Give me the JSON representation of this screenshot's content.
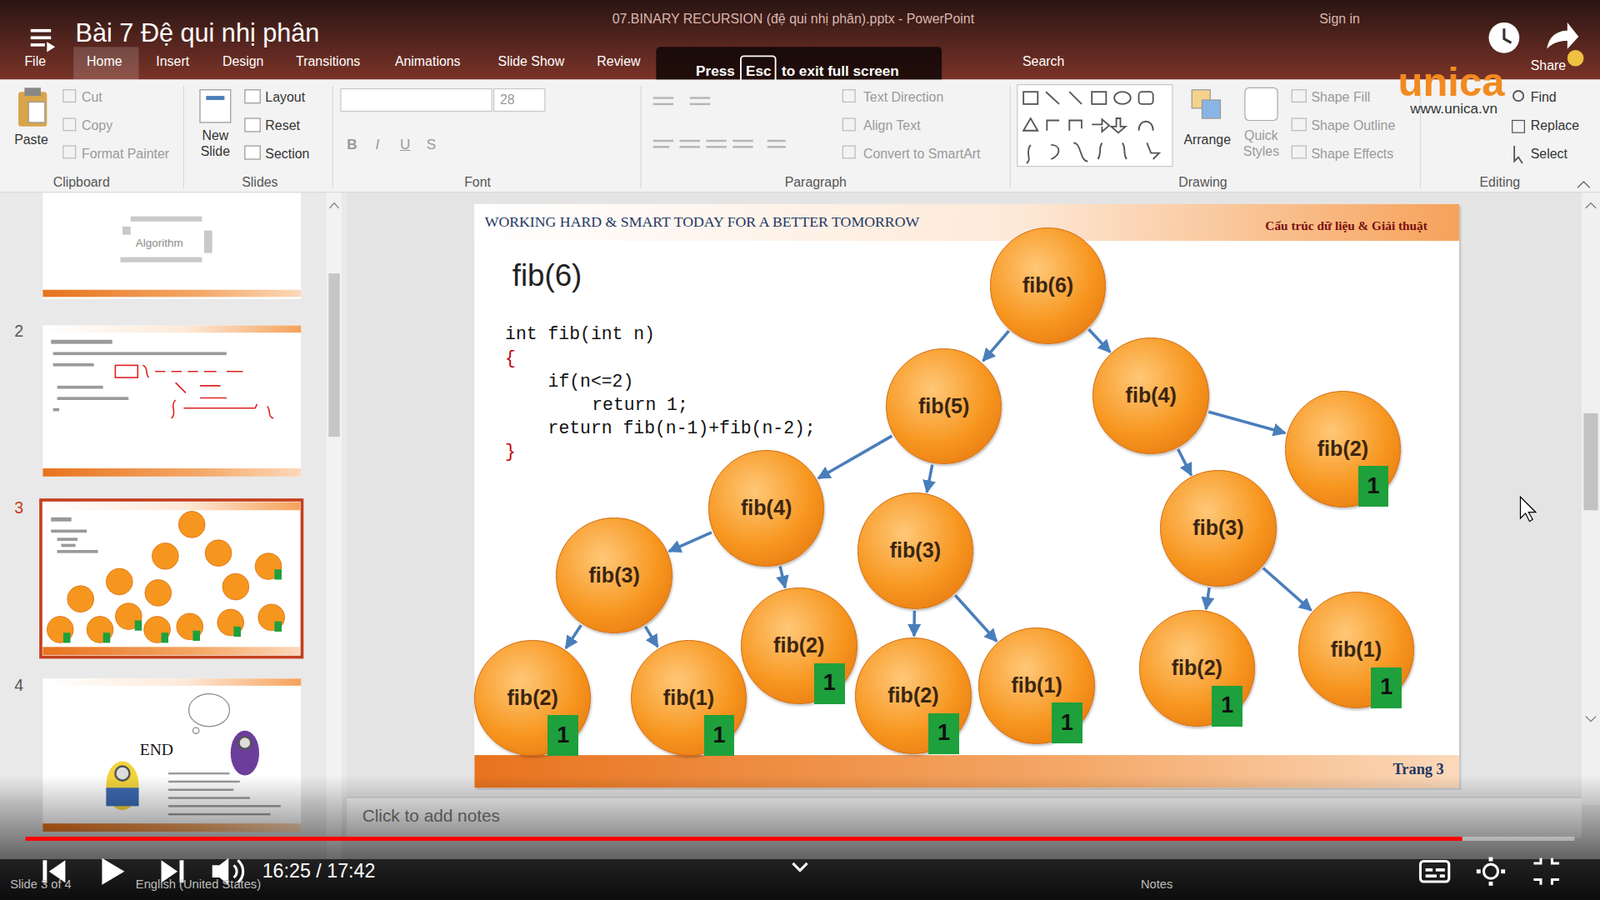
{
  "diagram": {
    "title": "fib(6)",
    "nodes": [
      {
        "text": [
          "fib(6)"
        ]
      },
      {
        "text": [
          "fib(5)"
        ]
      },
      {
        "text": [
          "fib(4)"
        ]
      },
      {
        "text": [
          "fib(2)"
        ]
      },
      {
        "text": [
          "fib(4)"
        ]
      },
      {
        "text": [
          "fib(3)"
        ]
      },
      {
        "text": [
          "fib(3)"
        ]
      },
      {
        "text": [
          "fib(3)"
        ]
      },
      {
        "text": [
          "fib(2)"
        ]
      },
      {
        "text": [
          "fib(2)"
        ]
      },
      {
        "text": [
          "fib(1)"
        ]
      },
      {
        "text": [
          "fib(2)"
        ]
      },
      {
        "text": [
          "fib(1)"
        ]
      },
      {
        "text": [
          "fib(2)"
        ]
      },
      {
        "text": [
          "fib(1)"
        ]
      },
      {
        "text": [
          "1"
        ],
        "in": 3
      },
      {
        "text": [
          "1"
        ],
        "in": 8
      },
      {
        "text": [
          "1"
        ],
        "in": 9
      },
      {
        "text": [
          "1"
        ],
        "in": 10
      },
      {
        "text": [
          "1"
        ],
        "in": 11
      },
      {
        "text": [
          "1"
        ],
        "in": 12
      },
      {
        "text": [
          "1"
        ],
        "in": 13
      },
      {
        "text": [
          "1"
        ],
        "in": 14
      }
    ],
    "edges": [
      {
        "from": 0,
        "to": 1,
        "arrow": "to"
      },
      {
        "from": 0,
        "to": 2,
        "arrow": "to"
      },
      {
        "from": 1,
        "to": 4,
        "arrow": "to"
      },
      {
        "from": 1,
        "to": 5,
        "arrow": "to"
      },
      {
        "from": 2,
        "to": 6,
        "arrow": "to"
      },
      {
        "from": 2,
        "to": 3,
        "arrow": "to"
      },
      {
        "from": 4,
        "to": 7,
        "arrow": "to"
      },
      {
        "from": 4,
        "to": 8,
        "arrow": "to"
      },
      {
        "from": 7,
        "to": 9,
        "arrow": "to"
      },
      {
        "from": 7,
        "to": 10,
        "arrow": "to"
      },
      {
        "from": 5,
        "to": 11,
        "arrow": "to"
      },
      {
        "from": 5,
        "to": 12,
        "arrow": "to"
      },
      {
        "from": 6,
        "to": 13,
        "arrow": "to"
      },
      {
        "from": 6,
        "to": 14,
        "arrow": "to"
      }
    ],
    "labels": [
      "Bài 7 Đệ qui nhị phân",
      "07.BINARY RECURSION (đệ qui nhị phân).pptx - PowerPoint",
      "Sign in",
      "File",
      "Home",
      "Insert",
      "Design",
      "Transitions",
      "Animations",
      "Slide Show",
      "Review",
      "Search",
      "Share",
      "Press",
      "Esc",
      "to exit full screen",
      "unica",
      "www.unica.vn",
      "Paste",
      "Cut",
      "Copy",
      "Format Painter",
      "New Slide",
      "Layout",
      "Reset",
      "Section",
      "28",
      "B",
      "I",
      "U",
      "S",
      "Text Direction",
      "Align Text",
      "Convert to SmartArt",
      "Arrange",
      "Quick Styles",
      "Shape Fill",
      "Shape Outline",
      "Shape Effects",
      "Find",
      "Replace",
      "Select",
      "Clipboard",
      "Slides",
      "Font",
      "Paragraph",
      "Drawing",
      "Editing",
      "2",
      "3",
      "4",
      "Algorithm",
      "END",
      "WORKING HARD & SMART TODAY FOR A BETTER TOMORROW",
      "Cấu trúc dữ liệu & Giải thuật",
      "int fib(int n)",
      "{",
      "if(n<=2)",
      "return 1;",
      "return fib(n-1)+fib(n-2);",
      "}",
      "Trang 3",
      "Click to add notes",
      "16:25 / 17:42",
      "Slide 3 of 4",
      "English (United States)",
      "Notes"
    ]
  }
}
